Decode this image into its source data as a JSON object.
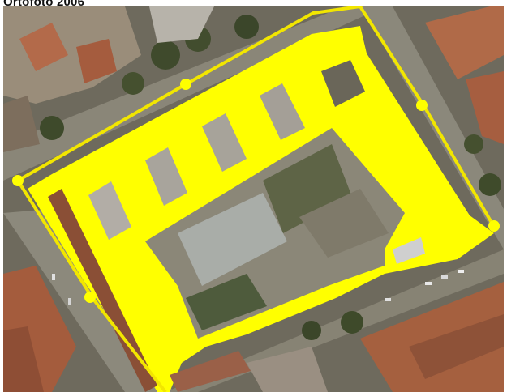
{
  "title": "Ortofoto 2006",
  "colors": {
    "highlight": "#ffff00",
    "outline": "#f2e600",
    "vertex": "#ffff00",
    "background": "#ffffff"
  },
  "layers": {
    "basemap": "aerial-orthophoto",
    "overlay": "building-footprint-polygon"
  },
  "vertices_count": 6
}
